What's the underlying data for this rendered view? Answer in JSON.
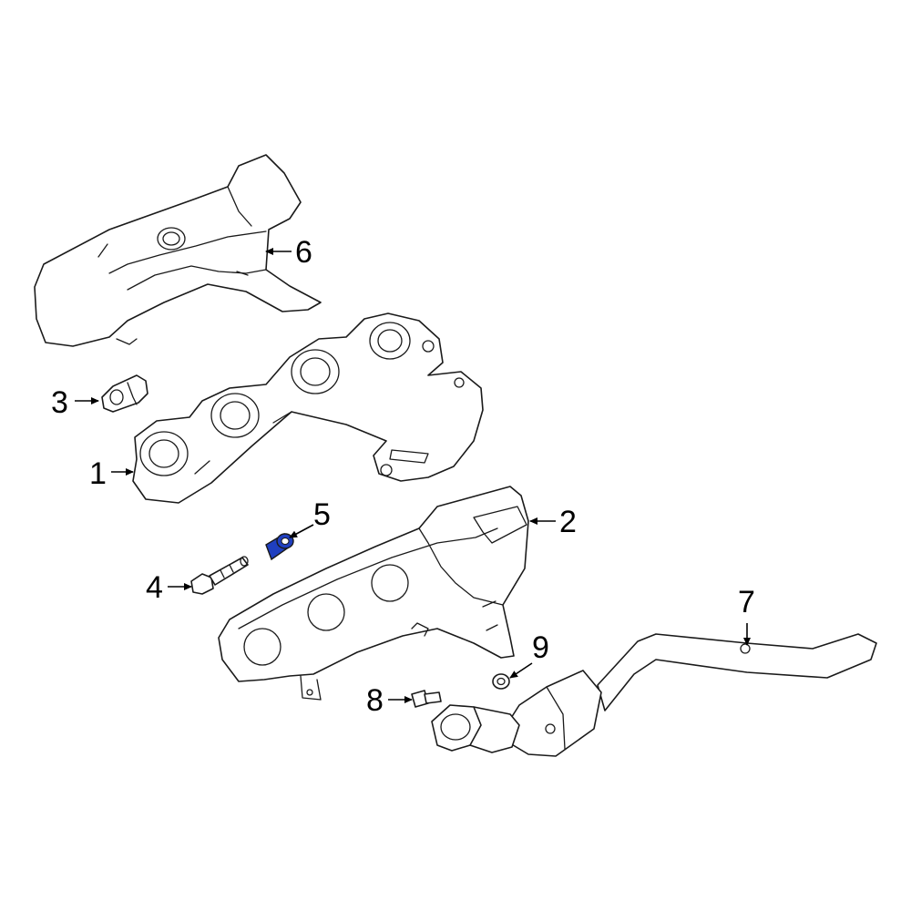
{
  "highlight_color": "#1f3fbf",
  "callouts": [
    {
      "id": "1",
      "label": "1"
    },
    {
      "id": "2",
      "label": "2"
    },
    {
      "id": "3",
      "label": "3"
    },
    {
      "id": "4",
      "label": "4"
    },
    {
      "id": "5",
      "label": "5"
    },
    {
      "id": "6",
      "label": "6"
    },
    {
      "id": "7",
      "label": "7"
    },
    {
      "id": "8",
      "label": "8"
    },
    {
      "id": "9",
      "label": "9"
    }
  ]
}
